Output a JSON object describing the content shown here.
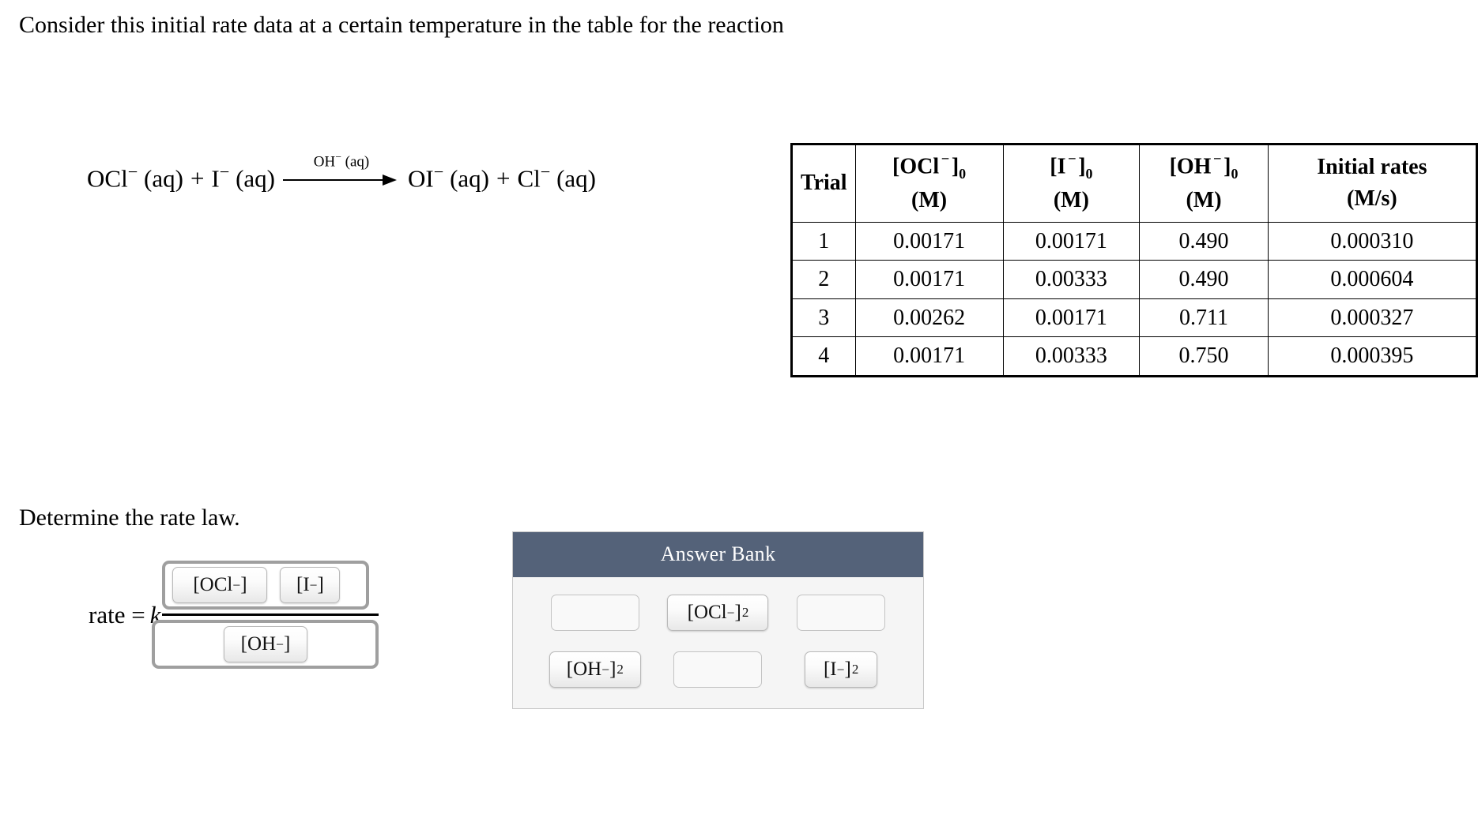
{
  "prompt": "Consider this initial rate data at a certain temperature in the table for the reaction",
  "equation": {
    "reactant_1": "OCl",
    "reactant_1_state": " (aq)",
    "plus_1": "+",
    "reactant_2": "I",
    "reactant_2_state": " (aq)",
    "catalyst_label": "OH",
    "catalyst_state": " (aq)",
    "product_1": "OI",
    "product_1_state": " (aq)",
    "plus_2": "+",
    "product_2": "Cl",
    "product_2_state": " (aq)",
    "minus": "−"
  },
  "table": {
    "headers": {
      "trial": "Trial",
      "ocl_species": "[OCl",
      "ocl_close": "]",
      "ocl_unit": "(M)",
      "i_species": "[I",
      "i_close": "]",
      "i_unit": "(M)",
      "oh_species": "[OH",
      "oh_close": "]",
      "oh_unit": "(M)",
      "rate_title": "Initial rates",
      "rate_unit": "(M/s)",
      "minus": "−",
      "subscript_zero": "0"
    },
    "rows": [
      {
        "trial": "1",
        "ocl": "0.00171",
        "i": "0.00171",
        "oh": "0.490",
        "rate": "0.000310"
      },
      {
        "trial": "2",
        "ocl": "0.00171",
        "i": "0.00333",
        "oh": "0.490",
        "rate": "0.000604"
      },
      {
        "trial": "3",
        "ocl": "0.00262",
        "i": "0.00171",
        "oh": "0.711",
        "rate": "0.000327"
      },
      {
        "trial": "4",
        "ocl": "0.00171",
        "i": "0.00333",
        "oh": "0.750",
        "rate": "0.000395"
      }
    ]
  },
  "determine_prompt": "Determine the rate law.",
  "rate_law": {
    "lead_text": "rate =",
    "constant": "k",
    "numerator_tiles": [
      {
        "open": "[OCl",
        "minus": "−",
        "close": "]",
        "exponent": ""
      },
      {
        "open": "[I",
        "minus": "−",
        "close": "]",
        "exponent": ""
      }
    ],
    "denominator_tiles": [
      {
        "open": "[OH",
        "minus": "−",
        "close": "]",
        "exponent": ""
      }
    ]
  },
  "answer_bank": {
    "title": "Answer Bank",
    "header_color": "#546279",
    "body_color": "#f5f5f5",
    "items": [
      {
        "type": "empty",
        "open": "",
        "minus": "",
        "close": "",
        "exponent": ""
      },
      {
        "type": "tile",
        "open": "[OCl",
        "minus": "−",
        "close": "]",
        "exponent": "2"
      },
      {
        "type": "empty",
        "open": "",
        "minus": "",
        "close": "",
        "exponent": ""
      },
      {
        "type": "tile",
        "open": "[OH",
        "minus": "−",
        "close": "]",
        "exponent": "2"
      },
      {
        "type": "empty",
        "open": "",
        "minus": "",
        "close": "",
        "exponent": ""
      },
      {
        "type": "tile",
        "open": "[I",
        "minus": "−",
        "close": "]",
        "exponent": "2"
      }
    ]
  }
}
